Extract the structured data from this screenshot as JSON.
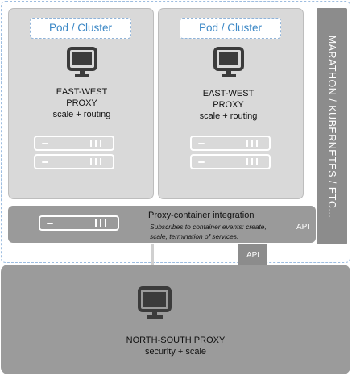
{
  "clusters": [
    {
      "pod_label": "Pod / Cluster",
      "title_line1": "EAST-WEST",
      "title_line2": "PROXY",
      "subtitle": "scale + routing"
    },
    {
      "pod_label": "Pod / Cluster",
      "title_line1": "EAST-WEST",
      "title_line2": "PROXY",
      "subtitle": "scale + routing"
    }
  ],
  "orchestrator": {
    "label": "MARATHON / KUBERNETES / ETC..."
  },
  "integration": {
    "title": "Proxy-container integration",
    "description_line1": "Subscribes to container events: create,",
    "description_line2": "scale, termination of services."
  },
  "api_labels": {
    "integration_api": "API",
    "north_south_api": "API"
  },
  "north_south": {
    "title": "NORTH-SOUTH PROXY",
    "subtitle": "security + scale"
  },
  "icons": [
    "monitor-icon",
    "server-icon"
  ],
  "colors": {
    "pod_label_text": "#3c88c6",
    "dark_gray": "#8c8c8c",
    "light_gray": "#d9d9d9",
    "dashed_border": "#9dbde0"
  }
}
